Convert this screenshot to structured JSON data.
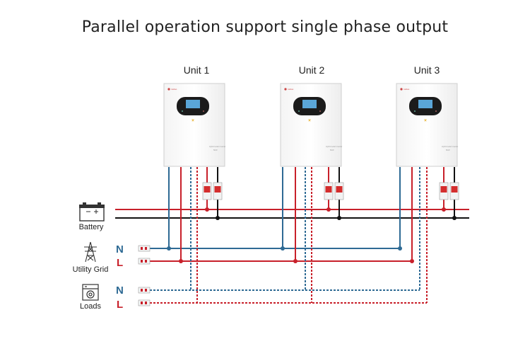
{
  "title": "Parallel operation support single phase output",
  "units": [
    {
      "label": "Unit 1",
      "brand": "ruiduo",
      "panel_text": "Hybrid solar inverter",
      "model": "5KW"
    },
    {
      "label": "Unit 2",
      "brand": "ruiduo",
      "panel_text": "Hybrid solar inverter",
      "model": "5KW"
    },
    {
      "label": "Unit 3",
      "brand": "ruiduo",
      "panel_text": "Hybrid solar inverter",
      "model": "5KW"
    }
  ],
  "sources": {
    "battery": "Battery",
    "utility_grid": "Utility Grid",
    "loads": "Loads"
  },
  "line_labels": {
    "grid_n": "N",
    "grid_l": "L",
    "load_n": "N",
    "load_l": "L"
  },
  "colors": {
    "red": "#c8202a",
    "black": "#111111",
    "blue": "#2e6a94",
    "breaker": "#d42d2d"
  },
  "icons": {
    "battery": "battery-icon",
    "utility_grid": "power-tower-icon",
    "loads": "appliance-icon"
  }
}
